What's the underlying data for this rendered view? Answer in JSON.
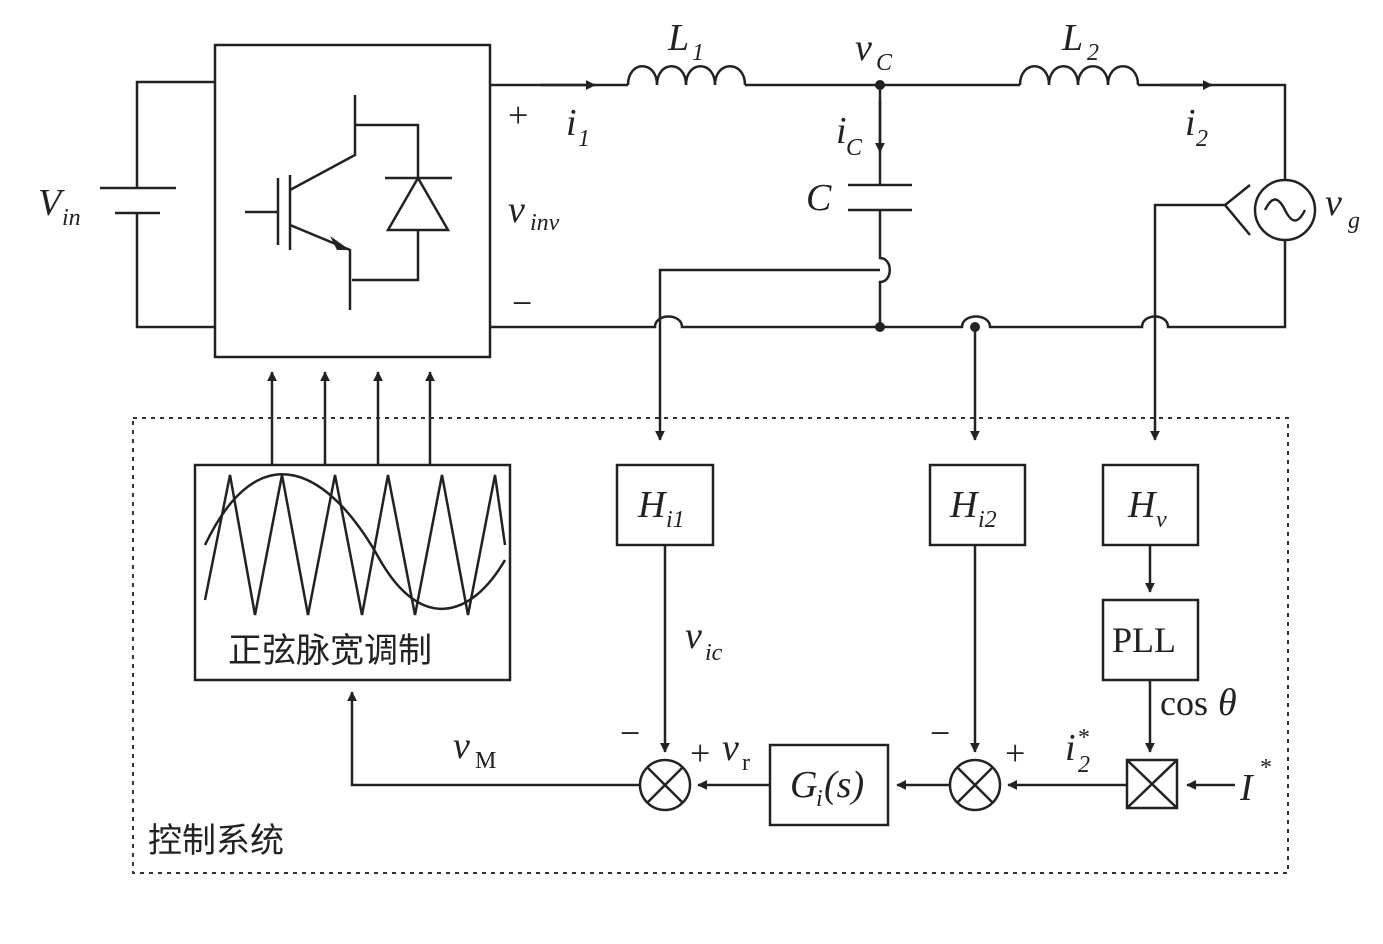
{
  "labels": {
    "vin": "V",
    "vin_sub": "in",
    "vinv": "v",
    "vinv_sub": "inv",
    "plus": "+",
    "minus": "−",
    "i1": "i",
    "i1_sub": "1",
    "L1": "L",
    "L1_sub": "1",
    "vC": "v",
    "vC_sub": "C",
    "L2": "L",
    "L2_sub": "2",
    "iC": "i",
    "iC_sub": "C",
    "C": "C",
    "i2": "i",
    "i2_sub": "2",
    "vg": "v",
    "vg_sub": "g",
    "Hi1": "H",
    "Hi1_sub": "i1",
    "Hi2": "H",
    "Hi2_sub": "i2",
    "Hv": "H",
    "Hv_sub": "v",
    "PLL": "PLL",
    "cos": "cos",
    "theta": "θ",
    "vic": "v",
    "vic_sub": "ic",
    "vM": "v",
    "vM_sub": "M",
    "vr": "v",
    "vr_sub": "r",
    "Gi_a": "G",
    "Gi_sub": "i",
    "Gi_b": "(s)",
    "i2ref": "i",
    "i2ref_sub": "2",
    "star": "*",
    "Iref": "I",
    "spwm": "正弦脉宽调制",
    "control_system": "控制系统"
  }
}
